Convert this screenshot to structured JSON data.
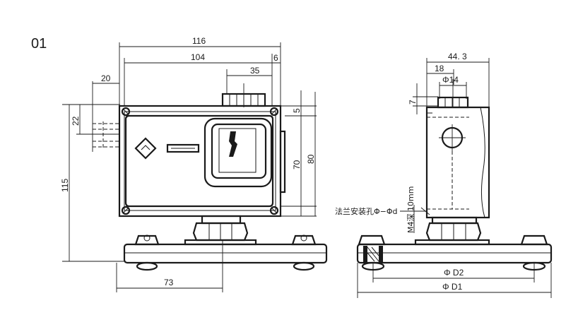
{
  "figure_label": "01",
  "front_view": {
    "dims": {
      "overall_width": "116",
      "inner_width": "104",
      "right_offset": "6",
      "window_offset": "35",
      "left_offset": "20",
      "left_height": "22",
      "total_height": "115",
      "top_margin": "5",
      "box_inner_height": "70",
      "box_height": "80",
      "base_offset": "73"
    }
  },
  "side_view": {
    "dims": {
      "width": "44. 3",
      "offset": "18",
      "fitting_dia": "Φ14",
      "fitting_height": "7",
      "thread_depth": "M4深 10mm",
      "flange_note": "法兰安装孔Φ−Φd",
      "d2": "Φ D2",
      "d1": "Φ D1"
    }
  }
}
